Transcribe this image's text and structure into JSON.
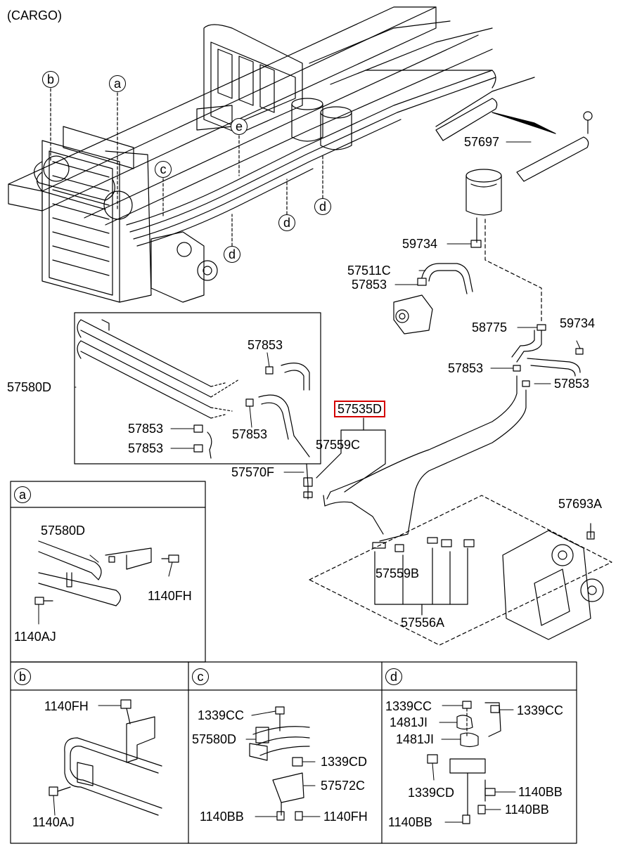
{
  "title": "(CARGO)",
  "circles": {
    "a": "a",
    "b": "b",
    "c": "c",
    "d": "d",
    "e": "e"
  },
  "main_labels": {
    "p57697": "57697",
    "p59734_a": "59734",
    "p57511C": "57511C",
    "p57853_a": "57853",
    "p58775": "58775",
    "p59734_b": "59734",
    "p57853_b": "57853",
    "p57853_c": "57853",
    "p57535D": "57535D",
    "p57580D": "57580D",
    "p57853_d": "57853",
    "p57853_e": "57853",
    "p57853_f": "57853",
    "p57853_g": "57853",
    "p57559C": "57559C",
    "p57570F": "57570F",
    "p57693A": "57693A",
    "p57559B": "57559B",
    "p57556A": "57556A"
  },
  "panel_a": {
    "tag": "a",
    "p57580D": "57580D",
    "p1140FH": "1140FH",
    "p1140AJ": "1140AJ"
  },
  "panel_b": {
    "tag": "b",
    "p1140FH": "1140FH",
    "p1140AJ": "1140AJ"
  },
  "panel_c": {
    "tag": "c",
    "p1339CC": "1339CC",
    "p57580D": "57580D",
    "p1339CD": "1339CD",
    "p57572C": "57572C",
    "p1140BB": "1140BB",
    "p1140FH": "1140FH"
  },
  "panel_d": {
    "tag": "d",
    "p1339CC_a": "1339CC",
    "p1339CC_b": "1339CC",
    "p1481JI_a": "1481JI",
    "p1481JI_b": "1481JI",
    "p1339CD": "1339CD",
    "p1140BB_a": "1140BB",
    "p1140BB_b": "1140BB",
    "p1140BB_c": "1140BB"
  },
  "colors": {
    "highlight": "#d40000",
    "line": "#000000"
  }
}
